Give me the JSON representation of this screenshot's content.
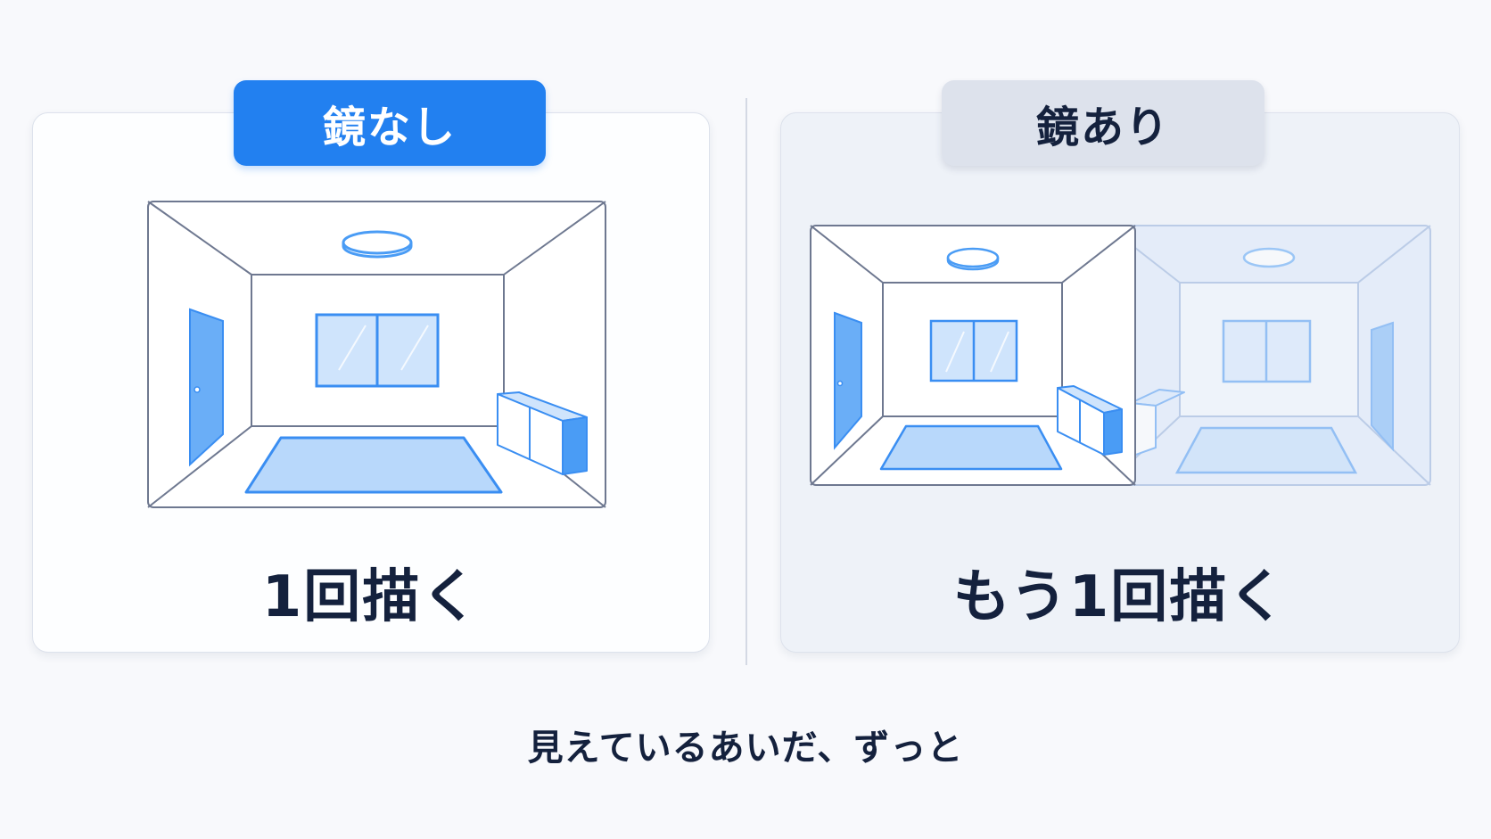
{
  "left_panel": {
    "tab_label": "鏡なし",
    "caption": "1回描く"
  },
  "right_panel": {
    "tab_label": "鏡あり",
    "caption": "もう1回描く"
  },
  "footer_text": "見えているあいだ、ずっと",
  "colors": {
    "accent_blue": "#2280f0",
    "tab_gray": "#dde2ec",
    "text_navy": "#14213d",
    "room_line": "#6e7890",
    "room_blue": "#4a9cf5",
    "room_blue_light": "#b8d8fb"
  }
}
